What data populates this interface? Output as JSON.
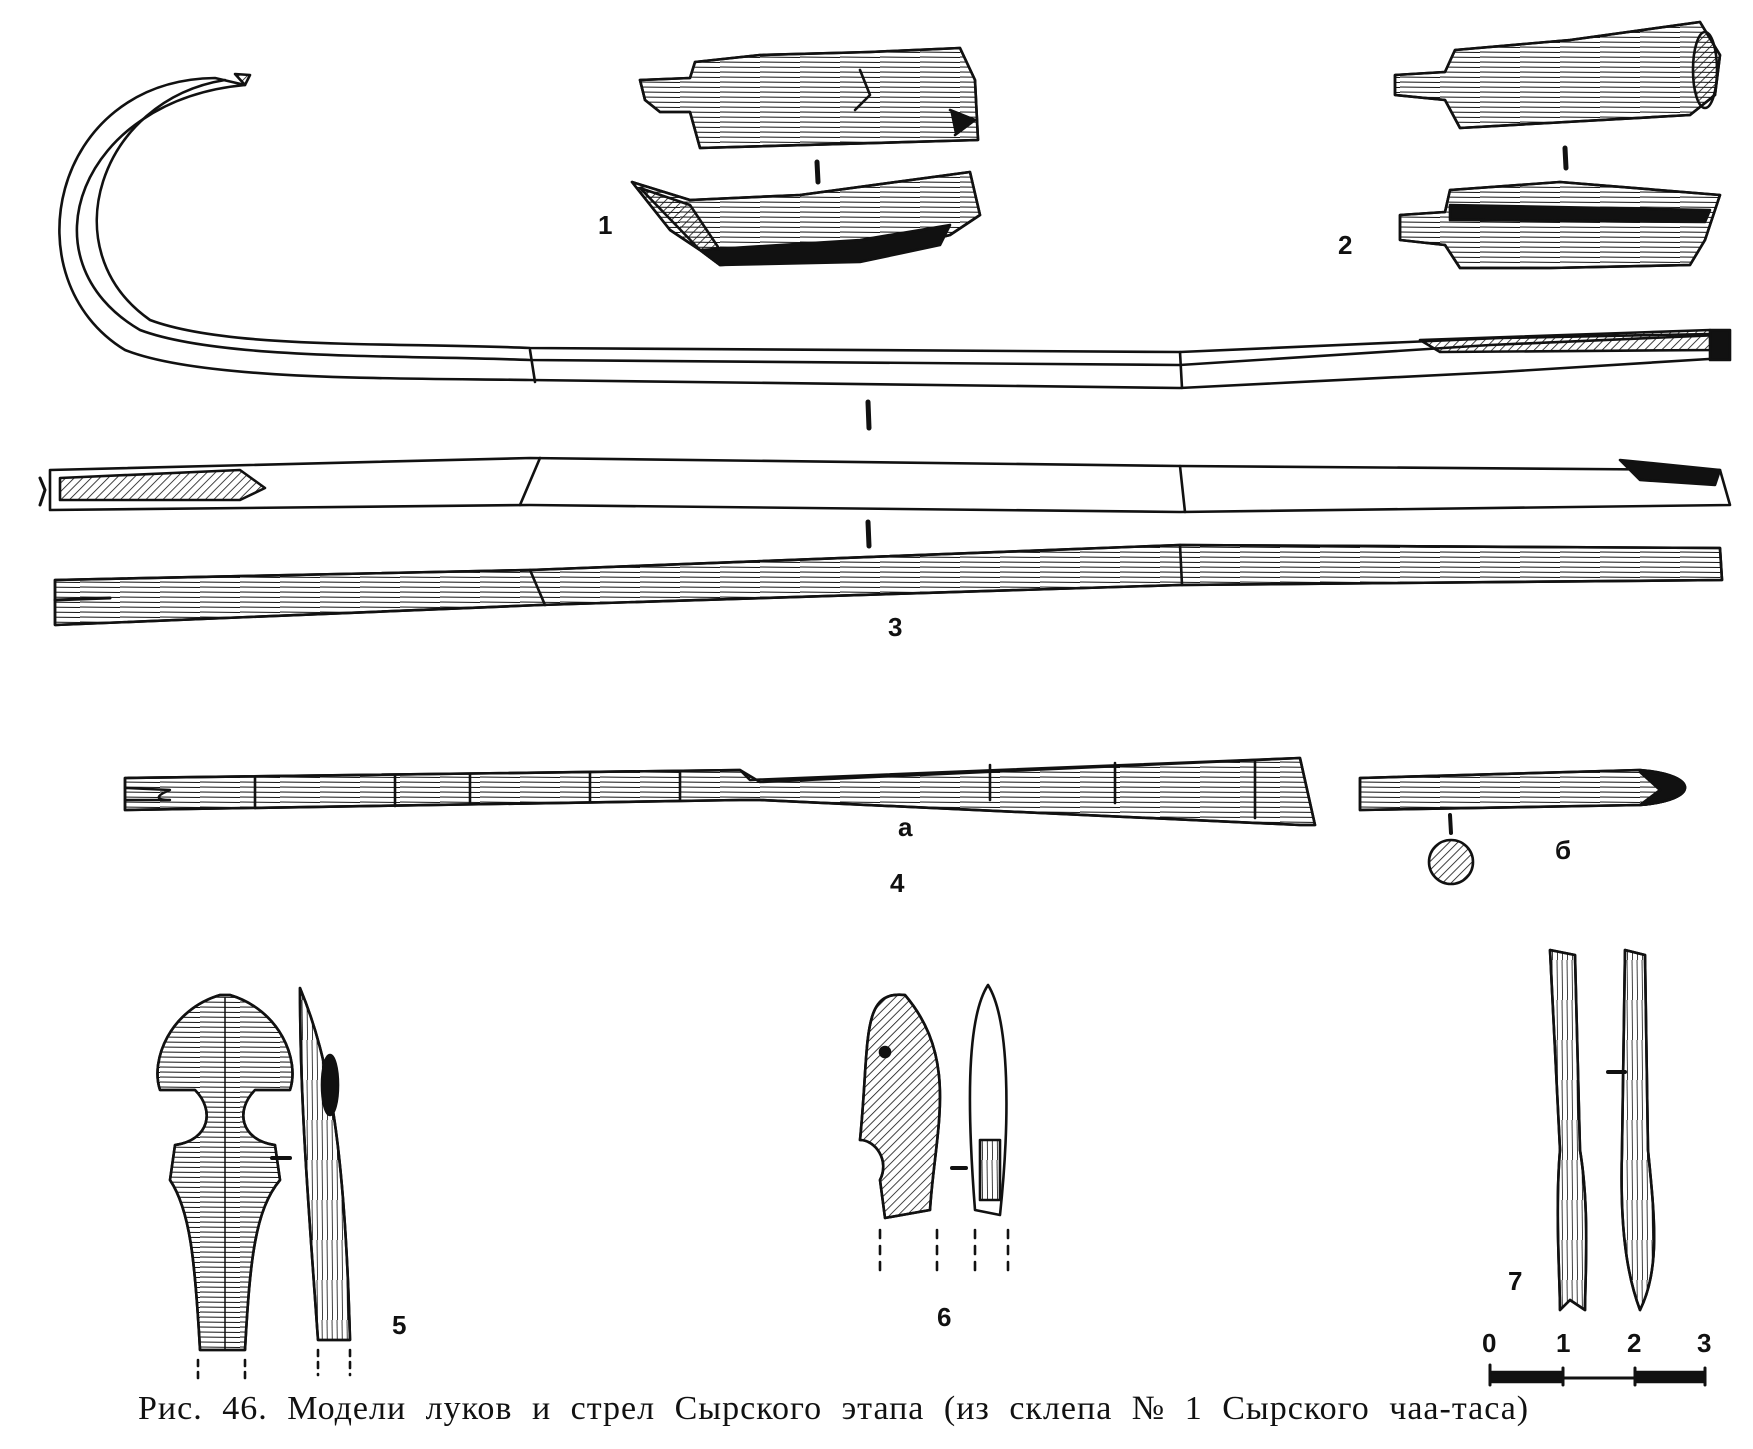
{
  "labels": {
    "fig1": "1",
    "fig2": "2",
    "fig3": "3",
    "fig4": "4",
    "fig4a": "а",
    "fig4b": "б",
    "fig5": "5",
    "fig6": "6",
    "fig7": "7"
  },
  "scale": {
    "ticks": [
      "0",
      "1",
      "2",
      "3"
    ]
  },
  "caption": "Рис. 46. Модели луков и стрел Сырского этапа (из склепа № 1 Сырского чаа-таса)",
  "colors": {
    "ink": "#111111",
    "paper": "#ffffff"
  }
}
